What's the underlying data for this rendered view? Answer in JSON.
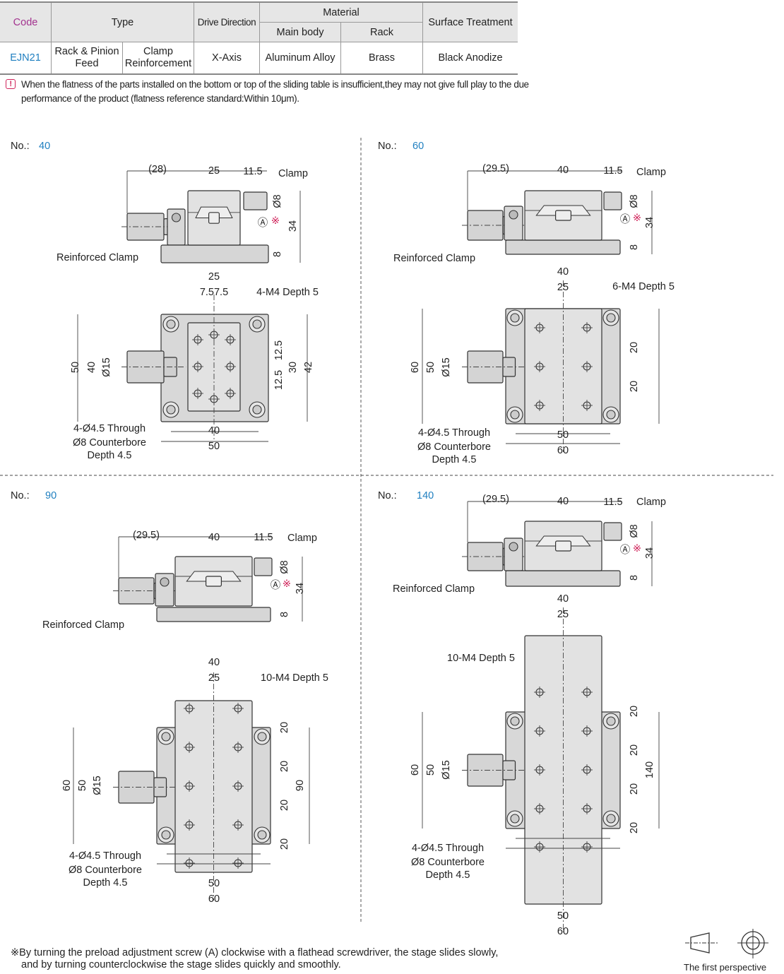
{
  "table": {
    "headers": {
      "code": "Code",
      "type": "Type",
      "drive": "Drive Direction",
      "material": "Material",
      "main_body": "Main body",
      "rack": "Rack",
      "surface": "Surface Treatment"
    },
    "row": {
      "code": "EJN21",
      "type1": "Rack & Pinion",
      "type1b": "Feed",
      "type2": "Clamp",
      "type2b": "Reinforcement",
      "drive": "X-Axis",
      "main_body": "Aluminum Alloy",
      "rack": "Brass",
      "surface": "Black Anodize"
    }
  },
  "note": {
    "icon": "warning-icon",
    "text": "When the flatness of the parts installed on the bottom or top of the sliding table is insufficient,they may not give full play to the due performance of the product (flatness reference standard:Within 10μm)."
  },
  "panels": [
    {
      "prefix": "No.:",
      "no": "40",
      "labels": [
        "(28)",
        "25",
        "11.5",
        "Clamp",
        "Ø8",
        "Ⓐ",
        "※",
        "34",
        "8",
        "Reinforced Clamp",
        "25",
        "7.57.5",
        "4-M4 Depth 5",
        "50",
        "40",
        "Ø15",
        "12.5",
        "30",
        "42",
        "12.5",
        "40",
        "50",
        "4-Ø4.5 Through",
        "Ø8 Counterbore",
        "Depth 4.5"
      ]
    },
    {
      "prefix": "No.:",
      "no": "60",
      "labels": [
        "(29.5)",
        "40",
        "11.5",
        "Clamp",
        "Ø8",
        "Ⓐ",
        "※",
        "34",
        "8",
        "Reinforced Clamp",
        "40",
        "25",
        "6-M4 Depth 5",
        "60",
        "50",
        "Ø15",
        "20",
        "20",
        "50",
        "60",
        "4-Ø4.5 Through",
        "Ø8 Counterbore",
        "Depth 4.5"
      ]
    },
    {
      "prefix": "No.:",
      "no": "90",
      "labels": [
        "(29.5)",
        "40",
        "11.5",
        "Clamp",
        "Ø8",
        "Ⓐ",
        "※",
        "34",
        "8",
        "Reinforced Clamp",
        "40",
        "25",
        "10-M4 Depth 5",
        "60",
        "50",
        "Ø15",
        "20",
        "20",
        "20",
        "20",
        "90",
        "50",
        "60",
        "4-Ø4.5 Through",
        "Ø8 Counterbore",
        "Depth 4.5"
      ]
    },
    {
      "prefix": "No.:",
      "no": "140",
      "labels": [
        "(29.5)",
        "40",
        "11.5",
        "Clamp",
        "Ø8",
        "Ⓐ",
        "※",
        "34",
        "8",
        "Reinforced Clamp",
        "40",
        "25",
        "10-M4 Depth 5",
        "60",
        "50",
        "Ø15",
        "20",
        "20",
        "20",
        "20",
        "140",
        "50",
        "60",
        "4-Ø4.5 Through",
        "Ø8 Counterbore",
        "Depth 4.5"
      ]
    }
  ],
  "footer": {
    "line1": "※By turning the preload adjustment screw (A) clockwise with a flathead screwdriver, the stage slides slowly,",
    "line2": "and by turning counterclockwise the stage slides quickly and smoothly.",
    "perspective": "The first perspective"
  }
}
